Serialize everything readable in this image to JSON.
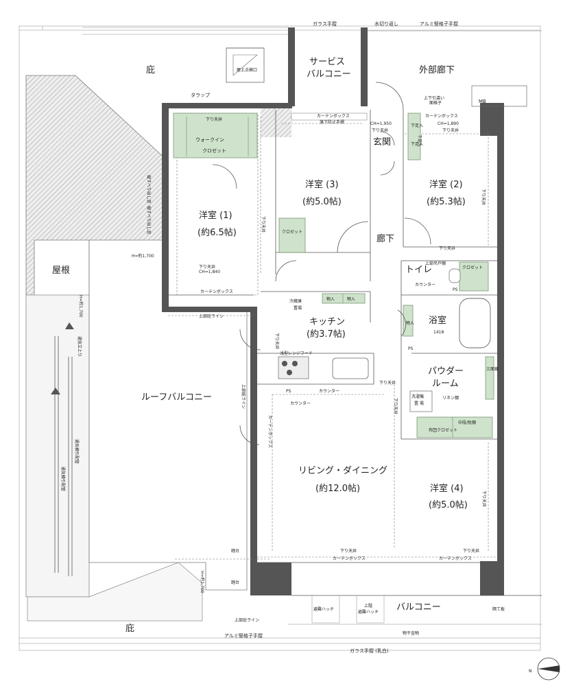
{
  "labels": {
    "glass_rail_top": "ガラス手摺",
    "splash_guard": "水切り返し",
    "aluminum_rail_top": "アルミ竪格子手摺",
    "eaves_top": "庇",
    "roof_hatch": "屋上点検口",
    "trap": "タラップ",
    "service_balcony": "サービス\nバルコニー",
    "external_corridor": "外部廊下",
    "mb": "MB",
    "curtain_box_top": "カーテンボックス",
    "fall_prevention": "落下防止手摺",
    "ch_1950": "CH=1,950",
    "ch_1890": "CH=1,890",
    "lowered_ceiling": "下り天井",
    "entrance": "玄関",
    "shoe_box": "下足入",
    "walk_in_closet": "ウォークイン\nクロゼット",
    "western_room_1": "洋室 (1)",
    "western_room_1_size": "(約6.5帖)",
    "western_room_2": "洋室 (2)",
    "western_room_2_size": "(約5.3帖)",
    "western_room_3": "洋室 (3)",
    "western_room_3_size": "(約5.0帖)",
    "western_room_4": "洋室 (4)",
    "western_room_4_size": "(約5.0帖)",
    "closet": "クロゼット",
    "hallway": "廊下",
    "toilet": "トイレ",
    "counter": "カウンター",
    "storage": "物入",
    "fridge": "冷蔵庫\n置場",
    "kitchen": "キッチン",
    "kitchen_size": "(約3.7帖)",
    "bath": "浴室",
    "bath_size": "1418",
    "powder_room": "パウダー\nルーム",
    "washer": "洗濯機\n置場",
    "linen": "リネン棚",
    "futon_closet": "布団クロゼット",
    "shelf_pole": "中段/枕棚",
    "dish_range": "浅型レンジフード",
    "roof": "屋根",
    "roof_balcony": "ルーフバルコニー",
    "living_dining": "リビング・ダイニング",
    "living_dining_size": "(約12.0帖)",
    "balcony": "バルコニー",
    "evac_hatch": "避難ハッチ",
    "upper_evac_hatch": "上階\n避難ハッチ",
    "eaves_bottom": "庇",
    "aluminum_rail_bottom": "アルミ竪格子手摺",
    "glass_rail_bottom": "ガラス手摺 (乳白)",
    "drying_hardware": "物干金物",
    "partition_board": "隔て板",
    "upper_eaves_line": "上部庇ライン",
    "h_1700": "H=約1,700",
    "pedestal": "踏台",
    "vent": "通気立上り",
    "vent_pipe": "通気横引配管",
    "ps": "PS",
    "north": "N",
    "upper_storage": "上部吊戸棚",
    "mirror": "三面鏡",
    "ch_1840": "CH=1,840",
    "upper_hanging": "上下引違い\n面格子",
    "skylight": "縦すべり出し窓"
  },
  "colors": {
    "wall": "#555555",
    "storage_green": "#cfe3cc"
  }
}
